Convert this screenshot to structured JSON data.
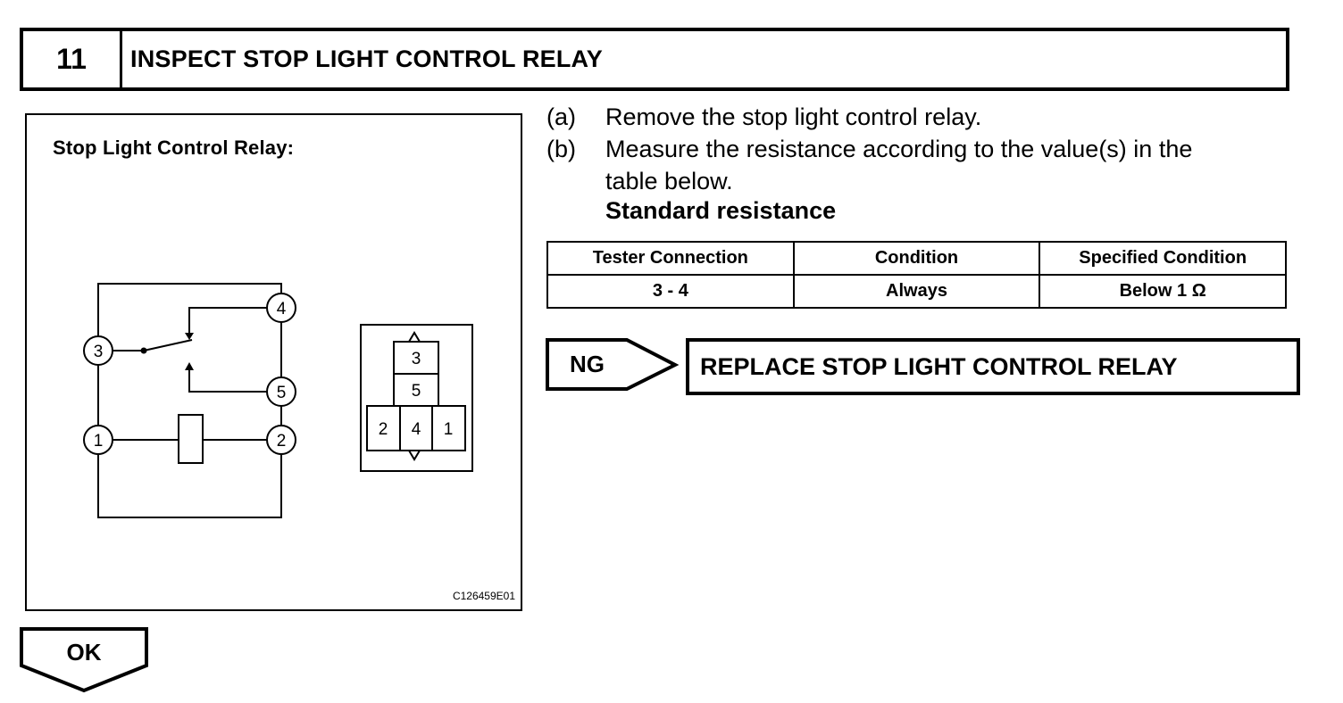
{
  "step": {
    "number": "11",
    "title": "INSPECT STOP LIGHT CONTROL RELAY"
  },
  "figure": {
    "title": "Stop Light Control Relay:",
    "id": "C126459E01",
    "terminals": [
      "1",
      "2",
      "3",
      "4",
      "5"
    ],
    "connector_cells": [
      "3",
      "5",
      "2",
      "4",
      "1"
    ]
  },
  "instructions": [
    {
      "marker": "(a)",
      "text": "Remove the stop light control relay."
    },
    {
      "marker": "(b)",
      "text": "Measure the resistance according to the value(s) in the",
      "text2": "table below."
    }
  ],
  "standard_label": "Standard resistance",
  "table": {
    "headers": [
      "Tester Connection",
      "Condition",
      "Specified Condition"
    ],
    "rows": [
      [
        "3 - 4",
        "Always",
        "Below 1 Ω"
      ]
    ]
  },
  "ng": {
    "label": "NG",
    "action": "REPLACE STOP LIGHT CONTROL RELAY"
  },
  "ok": {
    "label": "OK"
  }
}
